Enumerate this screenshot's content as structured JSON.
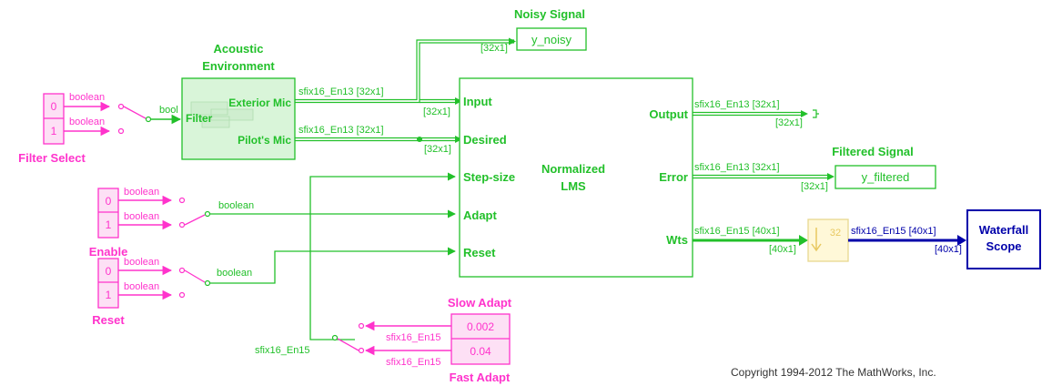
{
  "colors": {
    "signal_green": "#22c02a",
    "block_green_fill": "#d9f5d9",
    "magenta": "#ff33cc",
    "magenta_fill": "#fde0f5",
    "blue": "#0000aa",
    "downsample_fill": "#fff8d8",
    "downsample_stroke": "#e8d890",
    "text_gray": "#333333"
  },
  "blocks": {
    "acoustic": {
      "title_line1": "Acoustic",
      "title_line2": "Environment",
      "port_filter": "Filter",
      "port_exterior": "Exterior Mic",
      "port_pilot": "Pilot's Mic"
    },
    "lms": {
      "title_line1": "Normalized",
      "title_line2": "LMS",
      "ports_in": [
        "Input",
        "Desired",
        "Step-size",
        "Adapt",
        "Reset"
      ],
      "ports_out": [
        "Output",
        "Error",
        "Wts"
      ]
    },
    "noisy": {
      "title": "Noisy Signal",
      "value": "y_noisy"
    },
    "filtered": {
      "title": "Filtered Signal",
      "value": "y_filtered"
    },
    "waterfall": {
      "line1": "Waterfall",
      "line2": "Scope"
    },
    "downsample": {
      "factor": "32"
    },
    "filter_select": {
      "label": "Filter Select",
      "values": [
        "0",
        "1"
      ]
    },
    "enable": {
      "label": "Enable",
      "values": [
        "0",
        "1"
      ]
    },
    "reset": {
      "label": "Reset",
      "values": [
        "0",
        "1"
      ]
    },
    "slow_adapt": {
      "label": "Slow Adapt",
      "value": "0.002"
    },
    "fast_adapt": {
      "label": "Fast Adapt",
      "value": "0.04"
    }
  },
  "signals": {
    "boolean": "boolean",
    "bool_trunc": "bool",
    "sfix13": "sfix16_En13 [32x1]",
    "sfix15_40": "sfix16_En15 [40x1]",
    "sfix15": "sfix16_En15",
    "dim32": "[32x1]",
    "dim40": "[40x1]"
  },
  "copyright": "Copyright 1994-2012 The MathWorks, Inc."
}
